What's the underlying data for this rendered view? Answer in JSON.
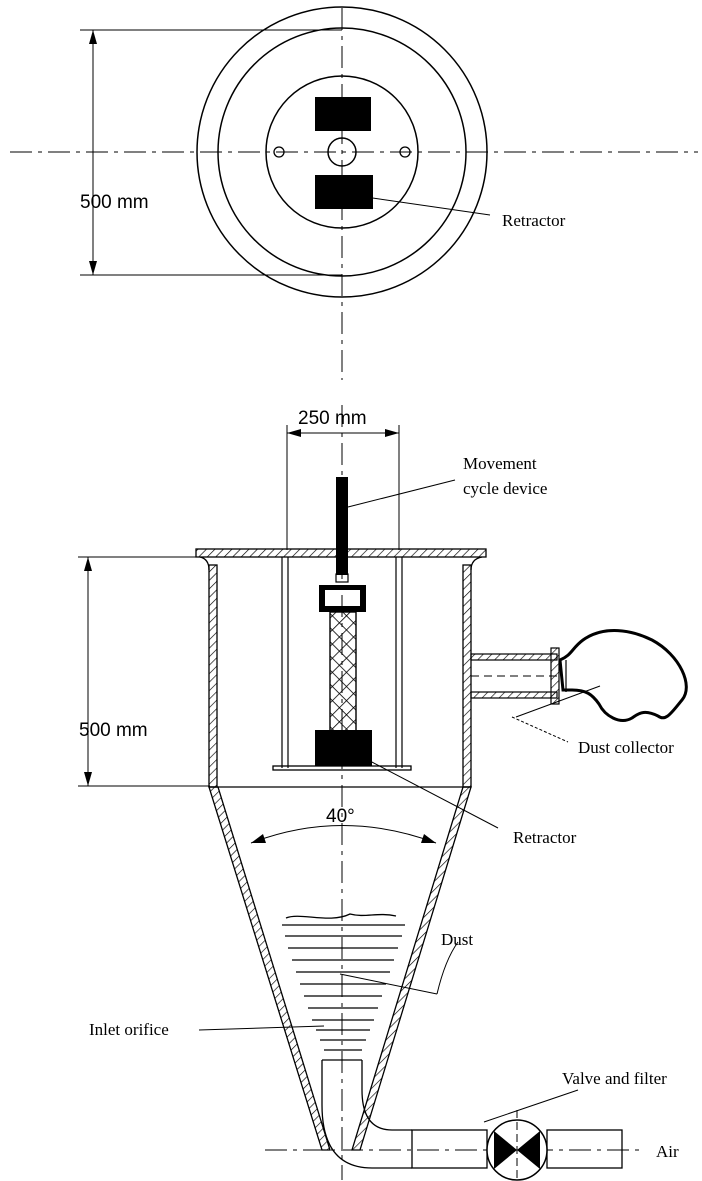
{
  "dimensions": {
    "top_view_diameter": "500 mm",
    "side_view_width": "250 mm",
    "side_view_height": "500 mm",
    "cone_angle": "40°"
  },
  "labels": {
    "retractor_top": "Retractor",
    "movement_cycle_line1": "Movement",
    "movement_cycle_line2": "cycle device",
    "dust_collector": "Dust collector",
    "retractor_side": "Retractor",
    "dust": "Dust",
    "inlet_orifice": "Inlet orifice",
    "valve_and_filter": "Valve and filter",
    "air": "Air"
  }
}
